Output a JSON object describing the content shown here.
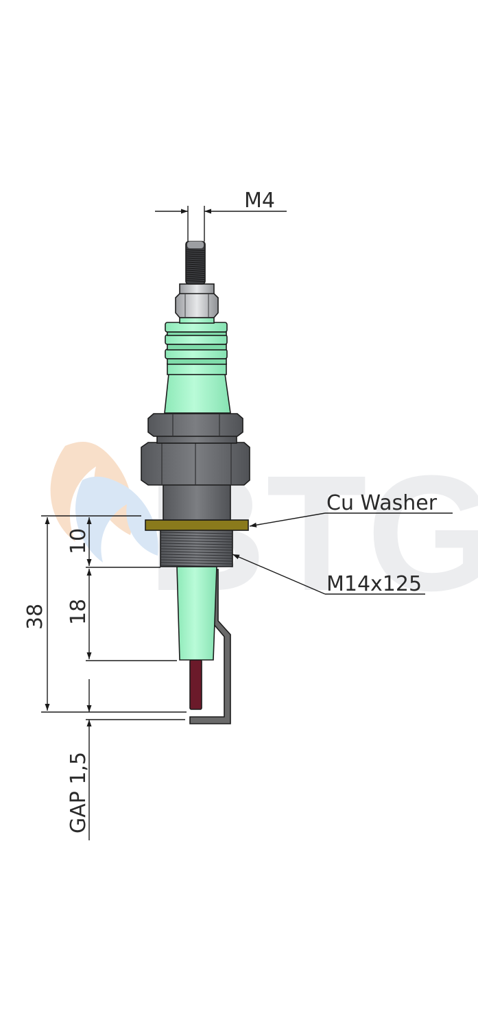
{
  "labels": {
    "thread_top": "M4",
    "washer": "Cu Washer",
    "thread_body": "M14x125",
    "dim_total": "38",
    "dim_washer": "10",
    "dim_insulator": "18",
    "dim_gap": "GAP 1,5"
  },
  "watermark": {
    "text": "BTG",
    "color": "#e9eaec",
    "flame_colors": [
      "#f6d8bf",
      "#cfe0f2"
    ]
  },
  "colors": {
    "ceramic": "#a9f5cc",
    "ceramic_shade": "#7fe0ad",
    "metal_dark": "#5d5f63",
    "metal_mid": "#77797d",
    "washer": "#8a7a1c",
    "electrode": "#6b1a2a",
    "ground_electrode": "#6c6c6c"
  }
}
